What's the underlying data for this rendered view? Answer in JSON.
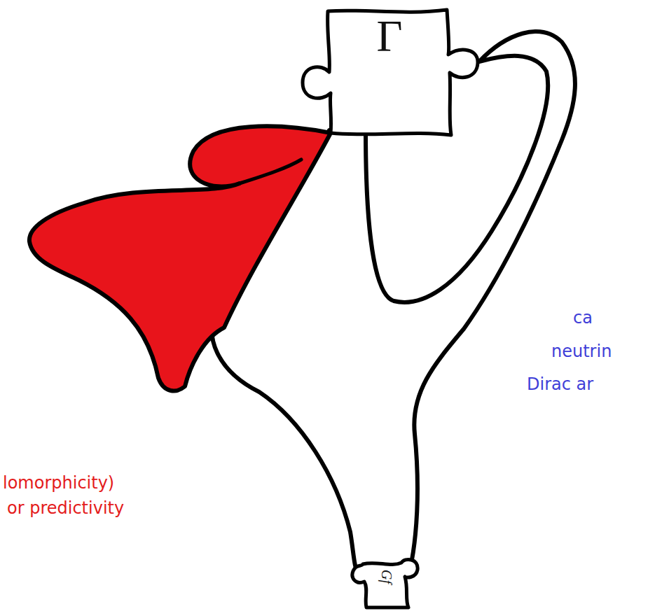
{
  "diagram": {
    "nodes": [
      {
        "text": [
          "Γ"
        ]
      },
      {
        "text": [
          "Gf"
        ]
      }
    ],
    "labels": [
      "ca",
      "neutrin",
      "Dirac ar",
      "lomorphicity)",
      "or predictivity"
    ]
  }
}
